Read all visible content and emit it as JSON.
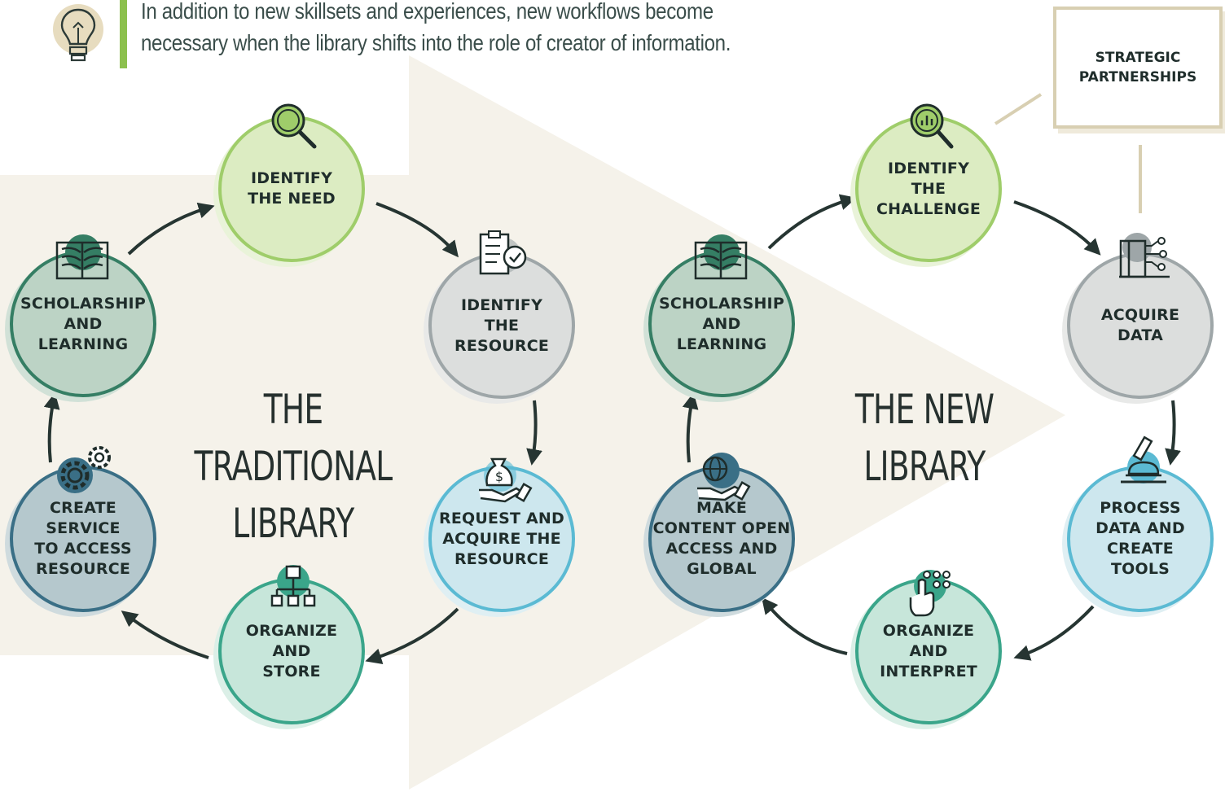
{
  "intro": {
    "line1": "In addition to new skillsets and experiences, new workflows become",
    "line2": "necessary when the library shifts into the role of creator of information."
  },
  "traditional": {
    "title_line1": "THE TRADITIONAL",
    "title_line2": "LIBRARY",
    "nodes": {
      "identify_need": "IDENTIFY\nTHE NEED",
      "identify_resource": "IDENTIFY\nTHE\nRESOURCE",
      "request_acquire": "REQUEST AND\nACQUIRE THE\nRESOURCE",
      "organize_store": "ORGANIZE\nAND\nSTORE",
      "create_service": "CREATE\nSERVICE\nTO ACCESS\nRESOURCE",
      "scholarship": "SCHOLARSHIP\nAND\nLEARNING"
    }
  },
  "new": {
    "title_line1": "THE NEW",
    "title_line2": "LIBRARY",
    "partnerships": "STRATEGIC\nPARTNERSHIPS",
    "nodes": {
      "identify_challenge": "IDENTIFY\nTHE\nCHALLENGE",
      "acquire_data": "ACQUIRE\nDATA",
      "process_data": "PROCESS\nDATA AND\nCREATE\nTOOLS",
      "organize_interpret": "ORGANIZE\nAND\nINTERPRET",
      "make_content_open": "MAKE\nCONTENT OPEN\nACCESS AND\nGLOBAL",
      "scholarship": "SCHOLARSHIP\nAND\nLEARNING"
    }
  },
  "colors": {
    "beige_band": "#f5f2ea",
    "green_light": "#dcecc2",
    "green_ring": "#9fcd6a",
    "gray_light": "#dcdedd",
    "gray_ring": "#9ea6a8",
    "blue_light": "#cde7ee",
    "blue_ring": "#5bbad3",
    "teal_light": "#c7e6da",
    "teal_ring": "#3aa58a",
    "dark_green_light": "#bcd3c5",
    "dark_green_ring": "#357e64",
    "slate_light": "#b5c8cd",
    "slate_ring": "#3a6f86",
    "arrow": "#263532",
    "intro_bar": "#8cc04e",
    "partner_border": "#d8cfb2"
  }
}
